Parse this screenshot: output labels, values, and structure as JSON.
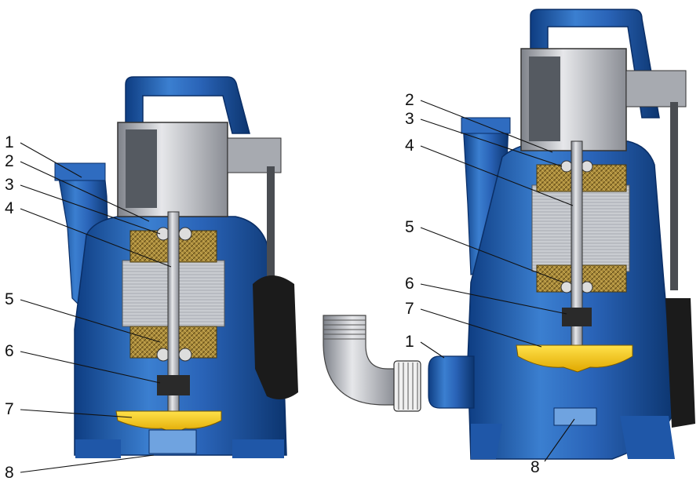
{
  "left_pump": {
    "callouts": [
      {
        "id": "1",
        "text": "1"
      },
      {
        "id": "2",
        "text": "2"
      },
      {
        "id": "3",
        "text": "3"
      },
      {
        "id": "4",
        "text": "4"
      },
      {
        "id": "5",
        "text": "5"
      },
      {
        "id": "6",
        "text": "6"
      },
      {
        "id": "7",
        "text": "7"
      },
      {
        "id": "8",
        "text": "8"
      }
    ]
  },
  "right_pump": {
    "callouts": [
      {
        "id": "2",
        "text": "2"
      },
      {
        "id": "3",
        "text": "3"
      },
      {
        "id": "4",
        "text": "4"
      },
      {
        "id": "5",
        "text": "5"
      },
      {
        "id": "6",
        "text": "6"
      },
      {
        "id": "7",
        "text": "7"
      },
      {
        "id": "1",
        "text": "1"
      },
      {
        "id": "8",
        "text": "8"
      }
    ]
  },
  "colors": {
    "housing_blue": "#2a64b8",
    "housing_dark": "#0f3f86",
    "motor_grey": "#b9bcc2",
    "impeller_yellow": "#f5c800",
    "winding_brown": "#8c6e2a",
    "outline": "#222222"
  }
}
